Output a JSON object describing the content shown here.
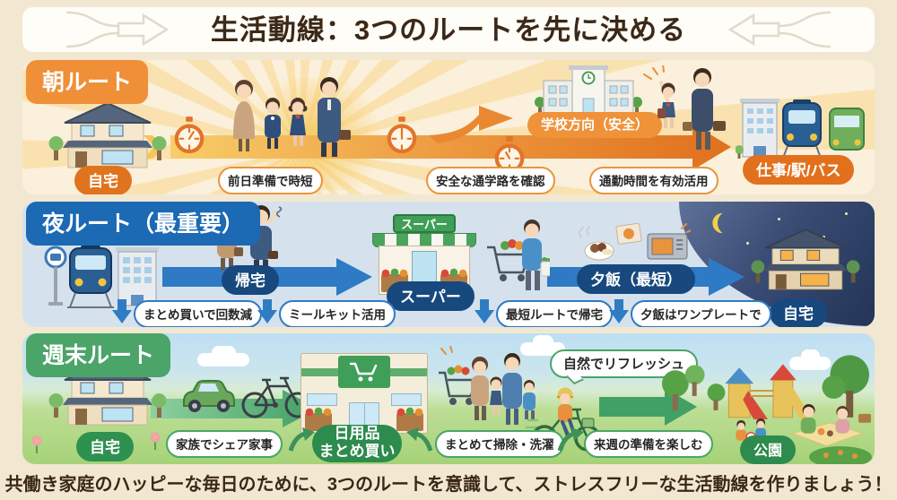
{
  "title": "生活動線：3つのルートを先に決める",
  "footer": "共働き家庭のハッピーな毎日のために、3つのルートを意識して、ストレスフリーな生活動線を作りましょう！",
  "colors": {
    "morning_accent": "#EF8F38",
    "night_accent": "#1C69B4",
    "weekend_accent": "#4BA468",
    "navy_badge": "#17497E",
    "dark_green_badge": "#2C8B4D"
  },
  "morning": {
    "header": "朝ルート",
    "home": "自宅",
    "school": "学校方向（安全）",
    "destination": "仕事/駅/バス",
    "tips": [
      "前日準備で時短",
      "安全な通学路を確認",
      "通勤時間を有効活用"
    ]
  },
  "night": {
    "header": "夜ルート（最重要）",
    "arrow1": "帰宅",
    "supermarket_sign": "スーパー",
    "supermarket": "スーパー",
    "arrow2": "夕飯（最短）",
    "home": "自宅",
    "tips": [
      "まとめ買いで回数減",
      "ミールキット活用",
      "最短ルートで帰宅",
      "夕飯はワンプレートで"
    ]
  },
  "weekend": {
    "header": "週末ルート",
    "home": "自宅",
    "store_line1": "日用品",
    "store_line2": "まとめ買い",
    "bubble": "自然でリフレッシュ",
    "park": "公園",
    "tips": [
      "家族でシェア家事",
      "まとめて掃除・洗濯",
      "来週の準備を楽しむ"
    ]
  }
}
